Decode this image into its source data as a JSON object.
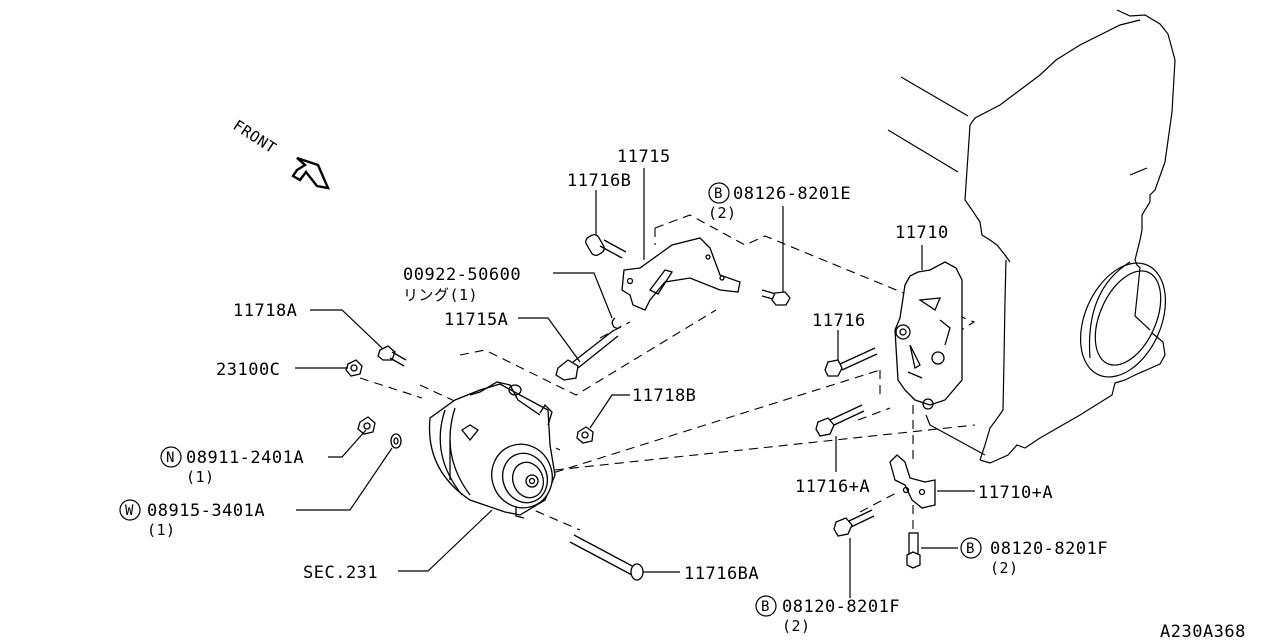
{
  "diagram": {
    "front_label": "FRONT",
    "reference_code": "A230A368",
    "colors": {
      "line": "#000000",
      "background": "#ffffff"
    },
    "callouts": [
      {
        "id": "11715",
        "part": "11715",
        "qty": ""
      },
      {
        "id": "11716B",
        "part": "11716B",
        "qty": ""
      },
      {
        "id": "bolt-08126",
        "prefix": "B",
        "part": "08126-8201E",
        "qty": "(2)"
      },
      {
        "id": "ring",
        "part": "00922-50600",
        "qty": "リング(1)"
      },
      {
        "id": "11715A",
        "part": "11715A",
        "qty": ""
      },
      {
        "id": "11718A",
        "part": "11718A",
        "qty": ""
      },
      {
        "id": "23100C",
        "part": "23100C",
        "qty": ""
      },
      {
        "id": "11718B",
        "part": "11718B",
        "qty": ""
      },
      {
        "id": "nut-08911",
        "prefix": "N",
        "part": "08911-2401A",
        "qty": "(1)"
      },
      {
        "id": "washer-08915",
        "prefix": "W",
        "part": "08915-3401A",
        "qty": "(1)"
      },
      {
        "id": "sec231",
        "part": "SEC.231",
        "qty": ""
      },
      {
        "id": "11716BA",
        "part": "11716BA",
        "qty": ""
      },
      {
        "id": "11710",
        "part": "11710",
        "qty": ""
      },
      {
        "id": "11716",
        "part": "11716",
        "qty": ""
      },
      {
        "id": "11716+A",
        "part": "11716+A",
        "qty": ""
      },
      {
        "id": "11710+A",
        "part": "11710+A",
        "qty": ""
      },
      {
        "id": "bolt-08120-right",
        "prefix": "B",
        "part": "08120-8201F",
        "qty": "(2)"
      },
      {
        "id": "bolt-08120-bottom",
        "prefix": "B",
        "part": "08120-8201F",
        "qty": "(2)"
      }
    ]
  }
}
